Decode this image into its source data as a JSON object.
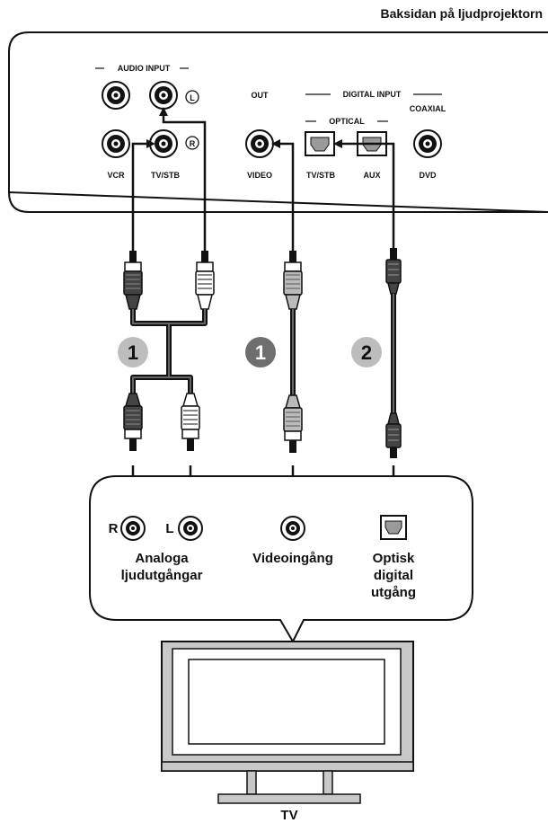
{
  "header": {
    "title": "Baksidan på ljudprojektorn"
  },
  "projector_panel": {
    "audio_input_label": "AUDIO INPUT",
    "left_marker": "L",
    "right_marker": "R",
    "vcr_label": "VCR",
    "tvstb_label": "TV/STB",
    "out_label": "OUT",
    "video_label": "VIDEO",
    "digital_input_label": "DIGITAL INPUT",
    "optical_label": "OPTICAL",
    "coaxial_label": "COAXIAL",
    "optical_tvstb_label": "TV/STB",
    "aux_label": "AUX",
    "dvd_label": "DVD"
  },
  "steps": {
    "step1_audio": "1",
    "step1_video": "1",
    "step2_optical": "2"
  },
  "tv_panel": {
    "r_label": "R",
    "l_label": "L",
    "analog_line1": "Analoga",
    "analog_line2": "ljudutgångar",
    "video_input": "Videoingång",
    "optical_line1": "Optisk",
    "optical_line2": "digital",
    "optical_line3": "utgång"
  },
  "tv": {
    "label": "TV"
  },
  "colors": {
    "outline": "#111111",
    "grey_badge": "#bdbdbd",
    "dark_badge": "#6e6e6e",
    "port_grey": "#9a9a9a"
  }
}
